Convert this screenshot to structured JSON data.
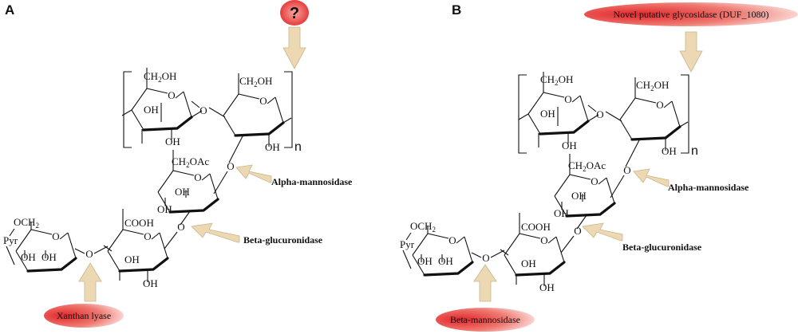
{
  "panels": [
    {
      "letter": "A",
      "top_enzyme": "?",
      "alpha_enzyme": "Alpha-mannosidase",
      "beta_gluc_enzyme": "Beta-glucuronidase",
      "bottom_enzyme": "Xanthan lyase"
    },
    {
      "letter": "B",
      "top_enzyme": "Novel putative glycosidase (DUF_1080)",
      "alpha_enzyme": "Alpha-mannosidase",
      "beta_gluc_enzyme": "Beta-glucuronidase",
      "bottom_enzyme": "Beta-mannosidase"
    }
  ],
  "chem": {
    "ch2oh": "CH2OH",
    "ch2oac": "CH2OAc",
    "och2": "OCH2",
    "cooh": "COOH",
    "oh": "OH",
    "o": "O",
    "pyr": "Pyr",
    "repeat_n": "n"
  },
  "colors": {
    "badge_red": "#e3262a",
    "arrow_fill": "#ecd9b3"
  }
}
